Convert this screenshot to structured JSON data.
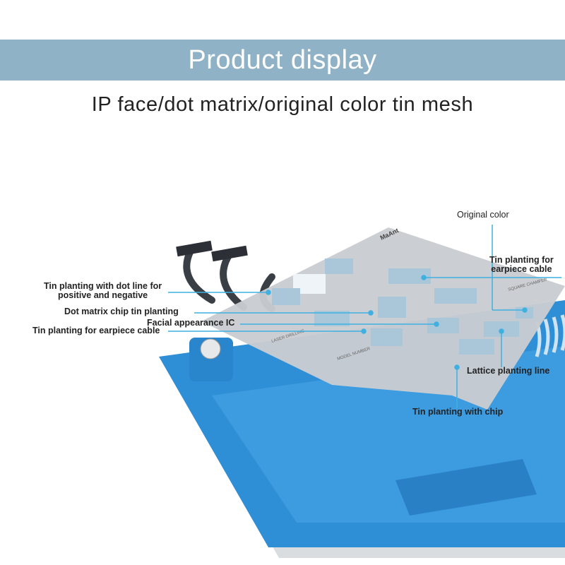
{
  "header": {
    "title": "Product display"
  },
  "subtitle": "IP face/dot matrix/original color tin mesh",
  "colors": {
    "banner": "#8fb2c7",
    "fixture_blue": "#2f8fd6",
    "stencil_gray": "#c9ccd0",
    "callout_line": "#3fb0e0"
  },
  "product": {
    "logo_text": "MaAnt",
    "stencil_texts": [
      "LASER DRILLING",
      "MODEL NUMBER",
      "SQUARE CHAMFER"
    ]
  },
  "callouts": [
    {
      "line1": "Tin planting with dot line for",
      "line2": "positive and negative"
    },
    {
      "line1": "Dot matrix chip tin planting"
    },
    {
      "line1": "Facial appearance IC"
    },
    {
      "line1": "Tin planting for earpiece cable"
    },
    {
      "line1": "Original color"
    },
    {
      "line1": "Tin planting for",
      "line2": "earpiece cable"
    },
    {
      "line1": "Lattice planting line"
    },
    {
      "line1": "Tin planting with chip"
    }
  ]
}
